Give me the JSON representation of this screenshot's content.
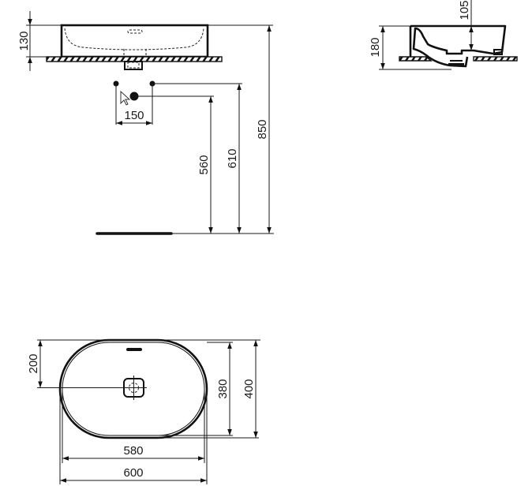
{
  "drawing": {
    "title": "Oval countertop washbasin technical drawing",
    "units": "mm",
    "line_color": "#1a1a1a",
    "background": "#ffffff"
  },
  "front_view": {
    "height_label": "130",
    "trap_spacing_label": "150",
    "waste_height_label": "560",
    "supply_height_label": "610",
    "counter_height_label": "850"
  },
  "side_view": {
    "bowl_depth_label": "105",
    "total_height_label": "180"
  },
  "top_view": {
    "center_offset_label": "200",
    "inner_width_label": "380",
    "outer_width_label": "400",
    "inner_length_label": "580",
    "outer_length_label": "600"
  }
}
